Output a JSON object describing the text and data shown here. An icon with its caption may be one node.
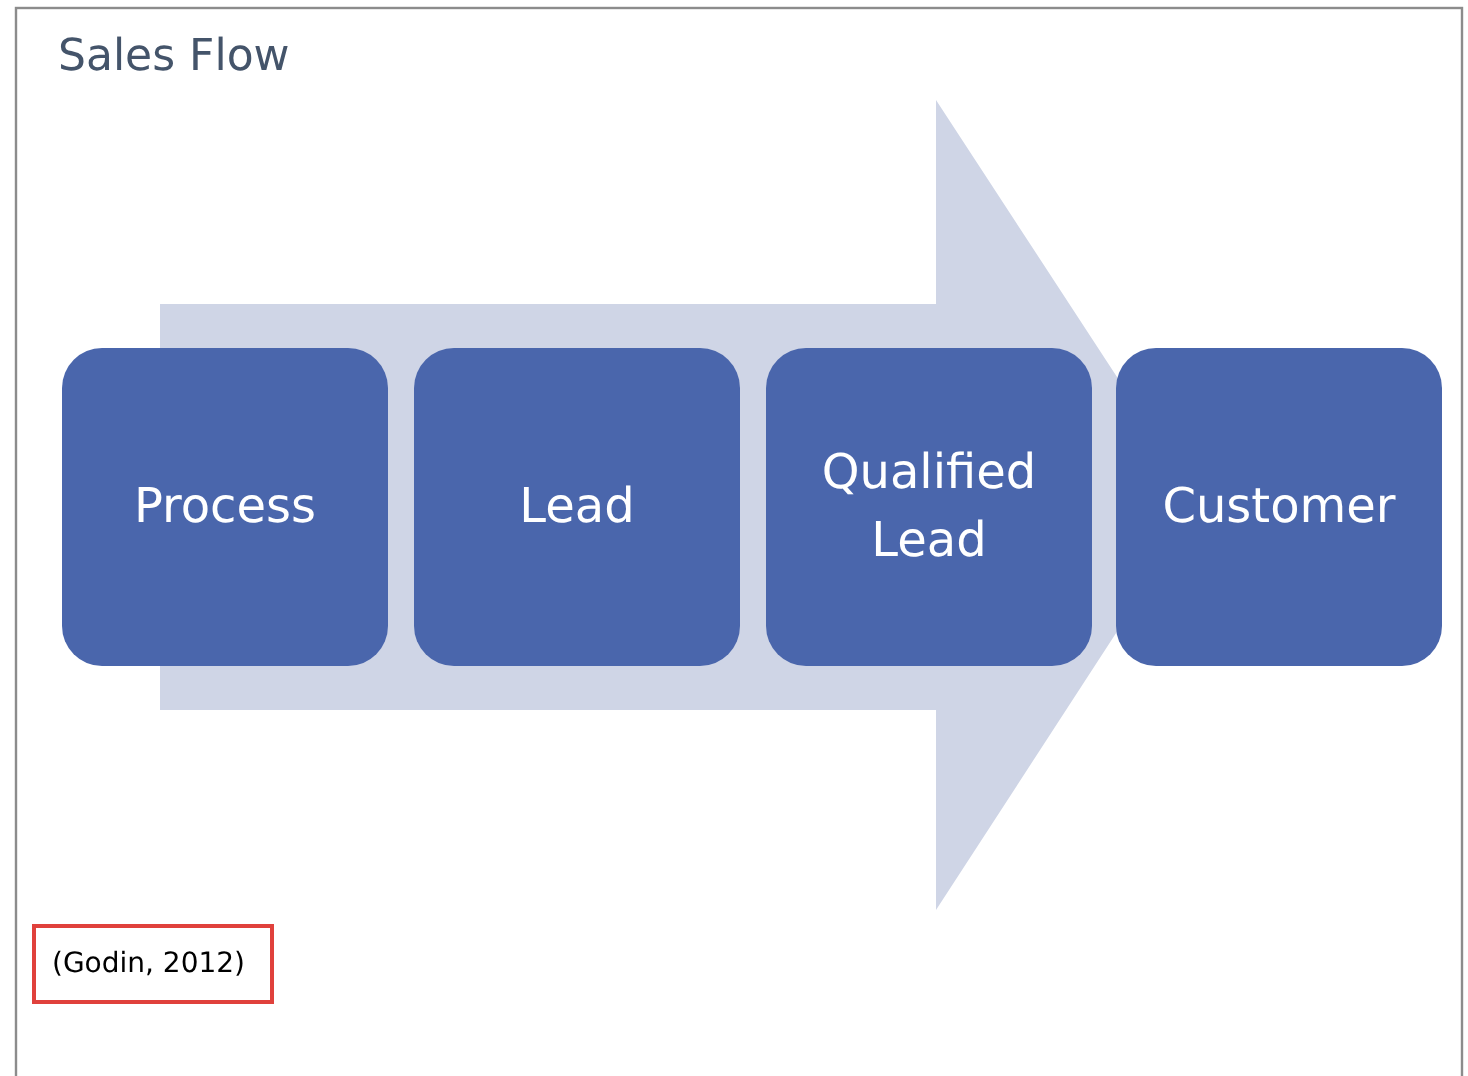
{
  "diagram": {
    "title": "Sales Flow",
    "nodes": [
      {
        "text": [
          "Process"
        ]
      },
      {
        "text": [
          "Lead"
        ]
      },
      {
        "text": [
          "Qualified Lead"
        ]
      },
      {
        "text": [
          "Customer"
        ]
      }
    ],
    "edges": [
      {
        "from": 0,
        "to": 3,
        "arrow": "to"
      }
    ],
    "labels": [
      "(Godin, 2012)"
    ]
  }
}
